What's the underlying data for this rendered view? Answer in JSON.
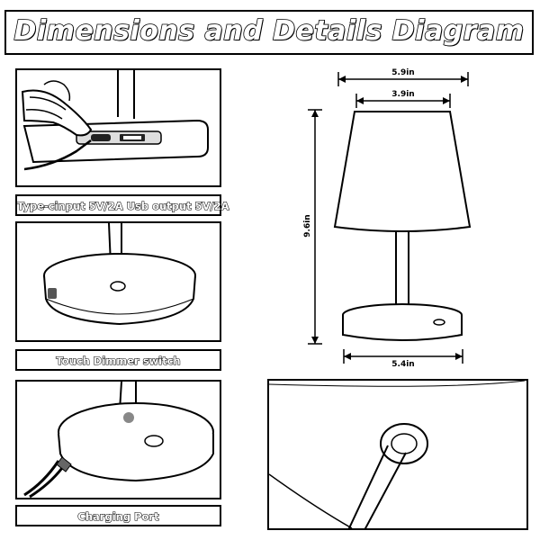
{
  "title": "Dimensions and Details Diagram",
  "captions": {
    "ports": "Type-cinput 5V/2A   Usb output 5V/2A",
    "dimmer": "Touch Dimmer switch",
    "charging": "Charging Port"
  },
  "dimensions": {
    "shade_bottom_width": "5.9in",
    "shade_top_width": "3.9in",
    "height": "9.6in",
    "base_width": "5.4in"
  }
}
